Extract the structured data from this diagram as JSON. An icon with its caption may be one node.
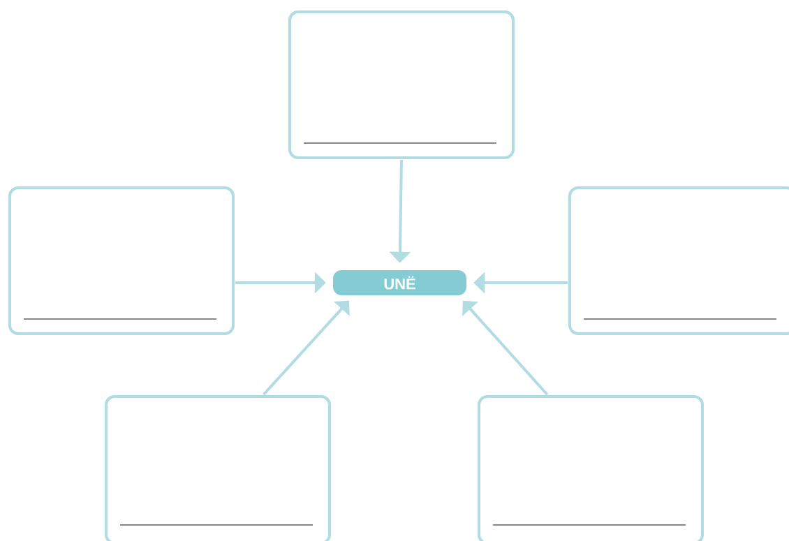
{
  "diagram": {
    "nodes": [
      {
        "text": [],
        "shape": "box"
      },
      {
        "text": [],
        "shape": "box"
      },
      {
        "text": [
          "UNË"
        ]
      },
      {
        "text": [],
        "shape": "box"
      },
      {
        "text": [],
        "shape": "box"
      },
      {
        "text": [],
        "shape": "box"
      }
    ],
    "edges": [
      {
        "from": 0,
        "to": 2,
        "arrow": "to"
      },
      {
        "from": 1,
        "to": 2,
        "arrow": "to"
      },
      {
        "from": 3,
        "to": 2,
        "arrow": "to"
      },
      {
        "from": 4,
        "to": 2,
        "arrow": "to"
      },
      {
        "from": 5,
        "to": 2,
        "arrow": "to"
      }
    ]
  }
}
